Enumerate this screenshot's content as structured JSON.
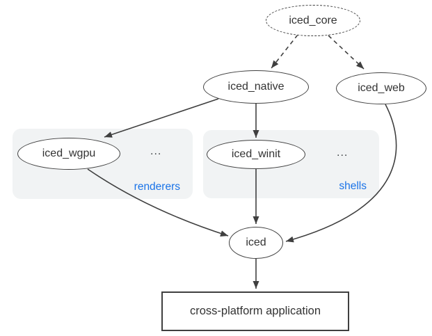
{
  "palette": {
    "edge_color": "#3f3f3f",
    "node_border": "#3f3f3f",
    "node_fill": "#ffffff",
    "text_color": "#333333",
    "group_background": "#f1f3f4",
    "group_label_color": "#1a73e8"
  },
  "diagram": {
    "nodes": {
      "iced_core": {
        "label": "iced_core",
        "shape": "ellipse",
        "border": "dashed"
      },
      "iced_native": {
        "label": "iced_native",
        "shape": "ellipse",
        "border": "solid"
      },
      "iced_web": {
        "label": "iced_web",
        "shape": "ellipse",
        "border": "solid"
      },
      "iced_wgpu": {
        "label": "iced_wgpu",
        "shape": "ellipse",
        "border": "solid",
        "group": "renderers"
      },
      "iced_winit": {
        "label": "iced_winit",
        "shape": "ellipse",
        "border": "solid",
        "group": "shells"
      },
      "iced": {
        "label": "iced",
        "shape": "ellipse",
        "border": "solid"
      },
      "app": {
        "label": "cross-platform application",
        "shape": "rect",
        "border": "solid"
      }
    },
    "groups": {
      "renderers": {
        "label": "renderers",
        "ellipsis": "..."
      },
      "shells": {
        "label": "shells",
        "ellipsis": "..."
      }
    },
    "edges": [
      {
        "from": "iced_core",
        "to": "iced_native",
        "style": "dashed"
      },
      {
        "from": "iced_core",
        "to": "iced_web",
        "style": "dashed"
      },
      {
        "from": "iced_native",
        "to": "iced_wgpu",
        "style": "solid"
      },
      {
        "from": "iced_native",
        "to": "iced_winit",
        "style": "solid"
      },
      {
        "from": "iced_wgpu",
        "to": "iced",
        "style": "solid"
      },
      {
        "from": "iced_winit",
        "to": "iced",
        "style": "solid"
      },
      {
        "from": "iced_web",
        "to": "iced",
        "style": "solid"
      },
      {
        "from": "iced",
        "to": "app",
        "style": "solid"
      }
    ]
  }
}
